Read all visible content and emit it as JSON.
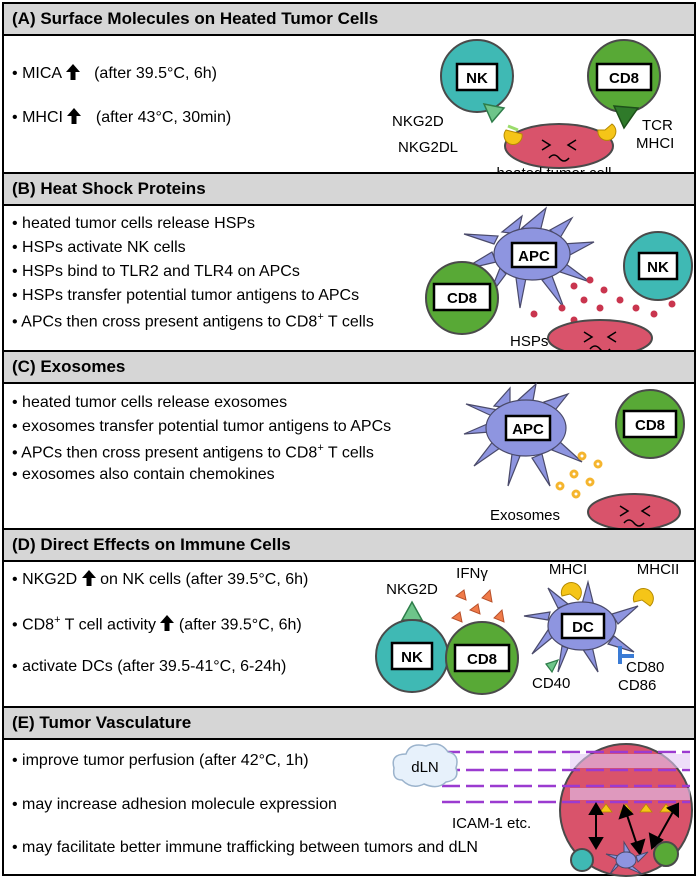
{
  "panel_a": {
    "title": "(A) Surface Molecules on Heated Tumor Cells",
    "items": [
      {
        "bullet": "•",
        "name": "MICA",
        "note": "(after 39.5°C, 6h)"
      },
      {
        "bullet": "•",
        "name": "MHCI",
        "note": "(after 43°C, 30min)"
      }
    ],
    "fig": {
      "nk": "NK",
      "cd8": "CD8",
      "nkg2d": "NKG2D",
      "nkg2dl": "NKG2DL",
      "tcr": "TCR",
      "mhci": "MHCI",
      "tumor": "heated tumor cell"
    }
  },
  "panel_b": {
    "title": "(B) Heat Shock Proteins",
    "items": [
      "• heated tumor cells release HSPs",
      "• HSPs activate NK cells",
      "• HSPs bind to TLR2 and TLR4 on APCs",
      "• HSPs transfer potential tumor antigens to APCs",
      "• APCs then cross present antigens to CD8",
      "+",
      " T cells"
    ],
    "fig": {
      "apc": "APC",
      "nk": "NK",
      "cd8": "CD8",
      "hsps": "HSPs"
    }
  },
  "panel_c": {
    "title": "(C) Exosomes",
    "items": [
      "• heated tumor cells release exosomes",
      "• exosomes transfer potential tumor antigens to APCs",
      "• APCs then cross present antigens to CD8",
      "+",
      " T cells",
      "• exosomes also contain chemokines"
    ],
    "fig": {
      "apc": "APC",
      "cd8": "CD8",
      "exosomes": "Exosomes"
    }
  },
  "panel_d": {
    "title": "(D) Direct Effects on Immune Cells",
    "items": [
      {
        "bullet": "•",
        "pre": "NKG2D",
        "post": "on NK cells (after 39.5°C, 6h)"
      },
      {
        "bullet": "•",
        "pre": "CD8",
        "sup": "+",
        "pre2": " T cell activity",
        "post": "(after 39.5°C, 6h)"
      },
      {
        "bullet": "•",
        "text": "activate DCs (after 39.5-41°C, 6-24h)"
      }
    ],
    "fig": {
      "nkg2d": "NKG2D",
      "ifng": "IFNγ",
      "mhci": "MHCI",
      "mhcii": "MHCII",
      "nk": "NK",
      "cd8": "CD8",
      "dc": "DC",
      "cd40": "CD40",
      "cd80": "CD80",
      "cd86": "CD86"
    }
  },
  "panel_e": {
    "title": "(E) Tumor Vasculature",
    "items": [
      "• improve tumor perfusion (after 42°C, 1h)",
      "• may increase adhesion molecule expression",
      "• may facilitate better immune trafficking between tumors and dLN"
    ],
    "fig": {
      "dln": "dLN",
      "icam": "ICAM-1 etc."
    }
  },
  "colors": {
    "nk_fill": "#3fb9b4",
    "cd8_fill": "#58a936",
    "cell_border": "#4a4a4a",
    "tumor_fill": "#d9536b",
    "apc_fill": "#8e95e0",
    "hsp_dot": "#c9354e",
    "exosome_dot": "#f5b52e",
    "yellow": "#f5c518",
    "header_bg": "#d6d6d6"
  }
}
